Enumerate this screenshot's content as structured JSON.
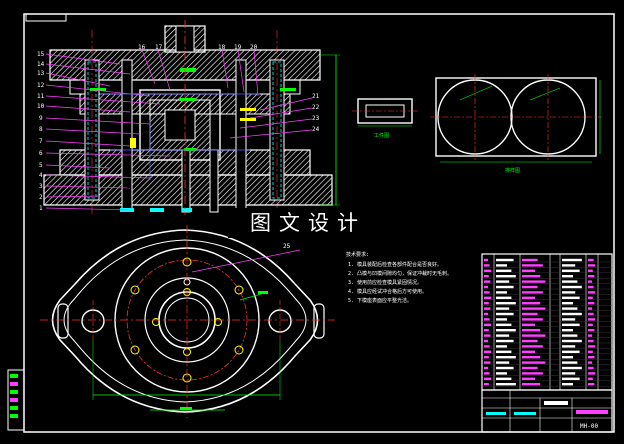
{
  "watermark": "图文设计",
  "part_numbers_left": [
    "15",
    "14",
    "13",
    "12",
    "11",
    "10",
    "9",
    "8",
    "7",
    "6",
    "5",
    "4",
    "3",
    "2",
    "1"
  ],
  "part_numbers_top": [
    "16",
    "17",
    "18",
    "19",
    "20"
  ],
  "part_numbers_right": [
    "21",
    "22",
    "23",
    "24"
  ],
  "callout_label": "25",
  "views": {
    "workpiece_label": "工件图",
    "layout_label": "排样图"
  },
  "technical_requirements": {
    "title": "技术要求:",
    "items": [
      "1. 模具装配后检查各部件配合是否良好。",
      "2. 凸模与凹模间隙均匀，保证冲裁时无毛刺。",
      "3. 使用前应检查模具紧固情况。",
      "4. 模具应经试冲合格后方可使用。",
      "5. 下模座表面应平整光洁。"
    ]
  },
  "title_block": {
    "drawing_no": "MH-00"
  },
  "colors": {
    "outline": "#ffffff",
    "section_fill": "#ffffff",
    "hatch": "#ffffff",
    "center": "#ff3030",
    "dimension": "#00ff00",
    "leader": "#ff40ff",
    "guide": "#6060ff",
    "hidden": "#00ffff",
    "accent": "#ffff00"
  }
}
